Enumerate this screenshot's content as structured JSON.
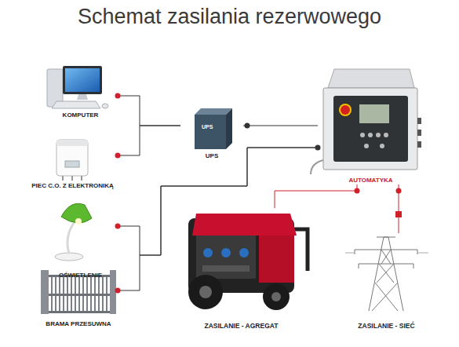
{
  "diagram": {
    "title": "Schemat zasilania rezerwowego",
    "nodes": [
      {
        "text": [
          "KOMPUTER"
        ]
      },
      {
        "text": [
          "PIEC C.O. Z ELEKTRONIKĄ"
        ]
      },
      {
        "text": [
          "OŚWIETLENIE"
        ]
      },
      {
        "text": [
          "BRAMA PRZESUWNA"
        ]
      },
      {
        "text": [
          "UPS"
        ]
      },
      {
        "text": [
          "AUTOMATYKA"
        ]
      },
      {
        "text": [
          "ZASILANIE - AGREGAT"
        ]
      },
      {
        "text": [
          "ZASILANIE - SIEĆ"
        ]
      }
    ],
    "edges": [
      {
        "from": 0,
        "to": 4,
        "arrow": "none"
      },
      {
        "from": 1,
        "to": 4,
        "arrow": "none"
      },
      {
        "from": 4,
        "to": 5,
        "arrow": "none"
      },
      {
        "from": 2,
        "to": 5,
        "arrow": "none"
      },
      {
        "from": 3,
        "to": 5,
        "arrow": "none"
      },
      {
        "from": 6,
        "to": 5,
        "arrow": "none"
      },
      {
        "from": 7,
        "to": 5,
        "arrow": "none"
      }
    ],
    "labels": [
      "UPS"
    ]
  }
}
